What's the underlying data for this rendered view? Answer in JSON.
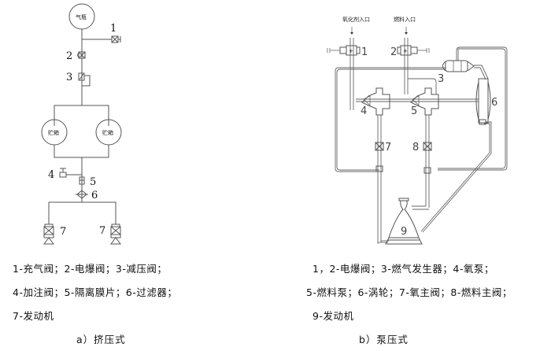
{
  "diagram_a": {
    "gas_bottle_label": "气瓶",
    "tank_left_label": "贮箱",
    "tank_right_label": "贮箱",
    "callouts": [
      "1",
      "2",
      "3",
      "4",
      "5",
      "6",
      "7",
      "7"
    ],
    "legend_lines": [
      "1-充气阀；2-电爆阀；3-减压阀；",
      "4-加注阀；5-隔离膜片；6-过滤器；",
      "7-发动机"
    ],
    "caption": "a）挤压式"
  },
  "diagram_b": {
    "oxidizer_inlet_label": "氧化剂入口",
    "fuel_inlet_label": "燃料入口",
    "callouts": [
      "1",
      "2",
      "3",
      "4",
      "5",
      "6",
      "7",
      "8",
      "9"
    ],
    "legend_lines": [
      "1，2-电爆阀；3-燃气发生器；4-氧泵；",
      "5-燃料泵；6-涡轮；7-氧主阀；8-燃料主阀；",
      "9-发动机"
    ],
    "caption": "b）泵压式"
  }
}
